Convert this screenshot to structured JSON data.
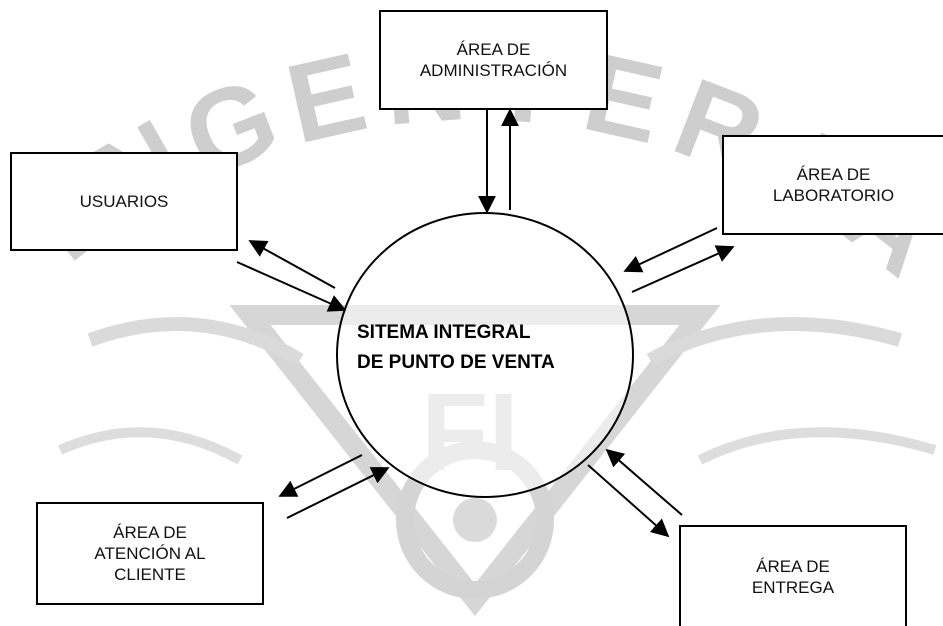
{
  "watermark": {
    "arc_word": "INGENIERIA",
    "monogram": "FI",
    "color": "#c9c9c9"
  },
  "center": {
    "label": "SITEMA INTEGRAL\nDE PUNTO DE VENTA"
  },
  "boxes": {
    "administracion": "ÁREA DE\nADMINISTRACIÓN",
    "usuarios": "USUARIOS",
    "laboratorio": "ÁREA DE\nLABORATORIO",
    "atencion": "ÁREA DE\nATENCIÓN AL\nCLIENTE",
    "entrega": "ÁREA DE\nENTREGA"
  },
  "colors": {
    "line": "#000000",
    "background": "#ffffff"
  }
}
